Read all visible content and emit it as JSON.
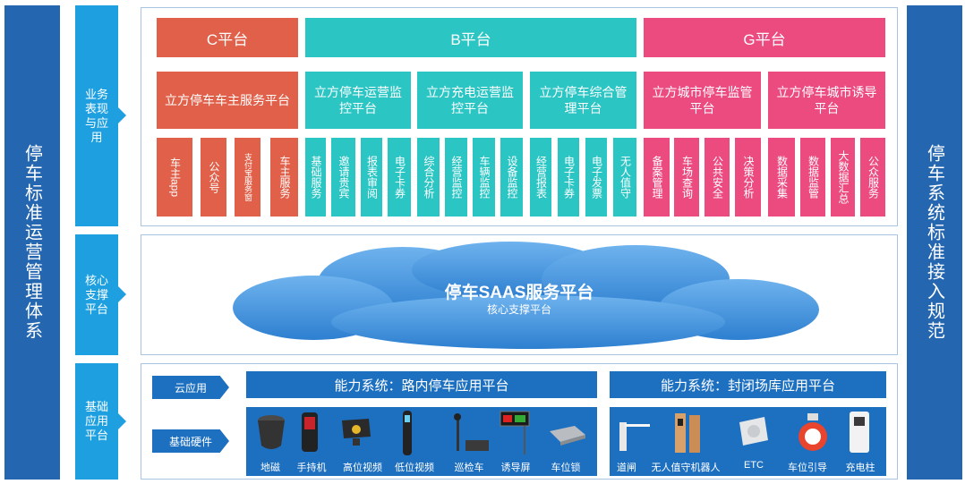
{
  "left_pillar": "停车标准运营管理体系",
  "right_pillar": "停车系统标准接入规范",
  "layers": {
    "business": "业务表现与应用",
    "core": "核心支撑平台",
    "base": "基础应用平台"
  },
  "platforms": {
    "c": "C平台",
    "b": "B平台",
    "g": "G平台"
  },
  "subplatforms": [
    "立方停车车主服务平台",
    "立方停车运营监控平台",
    "立方充电运营监控平台",
    "立方停车综合管理平台",
    "立方城市停车监管平台",
    "立方停车城市诱导平台"
  ],
  "features": [
    "车主app",
    "公众号",
    "支付宝服务窗",
    "车主服务",
    "基础服务",
    "邀请贵宾",
    "报表审阅",
    "电子卡券",
    "综合分析",
    "经营监控",
    "车辆监控",
    "设备监控",
    "经营报表",
    "电子卡券",
    "电子发票",
    "无人值守",
    "备案管理",
    "车场查询",
    "公共安全",
    "决策分析",
    "数据采集",
    "数据监管",
    "大数据汇总",
    "公众服务"
  ],
  "cloud": {
    "title": "停车SAAS服务平台",
    "subtitle": "核心支撑平台"
  },
  "base": {
    "cloud_app": "云应用",
    "hardware": "基础硬件",
    "road_capability": "能力系统：路内停车应用平台",
    "lot_capability": "能力系统：封闭场库应用平台",
    "road_devices": [
      "地磁",
      "手持机",
      "高位视频",
      "低位视频",
      "巡检车",
      "诱导屏",
      "车位锁"
    ],
    "lot_devices": [
      "道闸",
      "无人值守机器人",
      "ETC",
      "车位引导",
      "充电柱"
    ]
  },
  "colors": {
    "c_platform": "#e0604a",
    "b_platform": "#2bc5c4",
    "g_platform": "#ec4b80",
    "pillar": "#2566b0",
    "layer_label": "#1ea0e0",
    "cloud": "#3f8fd9"
  }
}
